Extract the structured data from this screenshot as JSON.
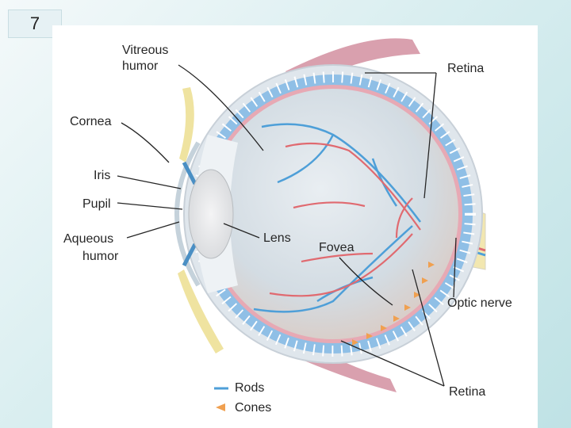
{
  "slide": {
    "number": "7"
  },
  "labels": {
    "vitreous_1": "Vitreous",
    "vitreous_2": "humor",
    "cornea": "Cornea",
    "iris": "Iris",
    "pupil": "Pupil",
    "aqueous_1": "Aqueous",
    "aqueous_2": "humor",
    "lens": "Lens",
    "fovea": "Fovea",
    "retina_top": "Retina",
    "retina_bottom": "Retina",
    "optic_nerve": "Optic nerve"
  },
  "legend": {
    "rods": "Rods",
    "cones": "Cones"
  },
  "colors": {
    "sclera": "#dfe6ec",
    "vitreous": "#c9d4dd",
    "choroid": "#e7a9b4",
    "retina_cells": "#7fb3e0",
    "vein": "#4e9fd8",
    "artery": "#e06a70",
    "cone": "#f0a050",
    "lens": "#e9eaec",
    "muscle": "#d9a0ae",
    "fat": "#efe3a0"
  }
}
